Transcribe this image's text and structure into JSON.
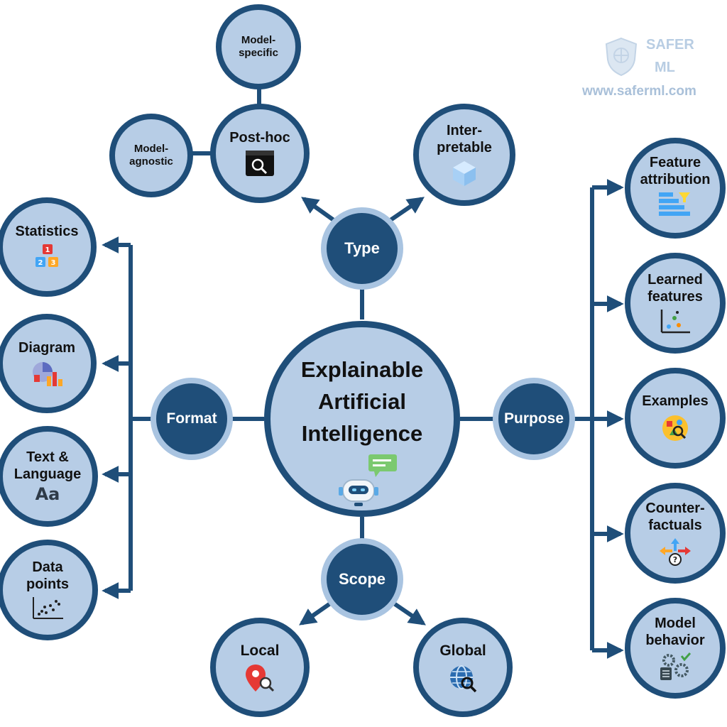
{
  "center": {
    "line1": "Explainable",
    "line2": "Artificial",
    "line3": "Intelligence"
  },
  "hubs": {
    "type": "Type",
    "scope": "Scope",
    "format": "Format",
    "purpose": "Purpose"
  },
  "type_branch": {
    "post_hoc": "Post-hoc",
    "interpretable_1": "Inter-",
    "interpretable_2": "pretable",
    "model_specific_1": "Model-",
    "model_specific_2": "specific",
    "model_agnostic_1": "Model-",
    "model_agnostic_2": "agnostic"
  },
  "scope_branch": {
    "local": "Local",
    "global": "Global"
  },
  "format_branch": [
    {
      "line1": "Statistics",
      "line2": "",
      "icon": "numbered-blocks-icon"
    },
    {
      "line1": "Diagram",
      "line2": "",
      "icon": "chart-icon"
    },
    {
      "line1": "Text &",
      "line2": "Language",
      "icon": "text-aa-icon",
      "icon_text": "Aa"
    },
    {
      "line1": "Data",
      "line2": "points",
      "icon": "scatter-plot-icon"
    }
  ],
  "purpose_branch": [
    {
      "line1": "Feature",
      "line2": "attribution",
      "icon": "funnel-bars-icon"
    },
    {
      "line1": "Learned",
      "line2": "features",
      "icon": "scatter-axes-icon"
    },
    {
      "line1": "Examples",
      "line2": "",
      "icon": "shapes-search-icon"
    },
    {
      "line1": "Counter-",
      "line2": "factuals",
      "icon": "arrows-question-icon"
    },
    {
      "line1": "Model",
      "line2": "behavior",
      "icon": "gears-check-icon"
    }
  ],
  "brand": {
    "line1": "SAFER",
    "line2": "ML",
    "url": "www.saferml.com",
    "icon": "shield-logo-icon"
  },
  "colors": {
    "dark": "#1f4e79",
    "light": "#b7cde6",
    "ring": "#a9c4e1",
    "brand": "#b8cde3"
  }
}
